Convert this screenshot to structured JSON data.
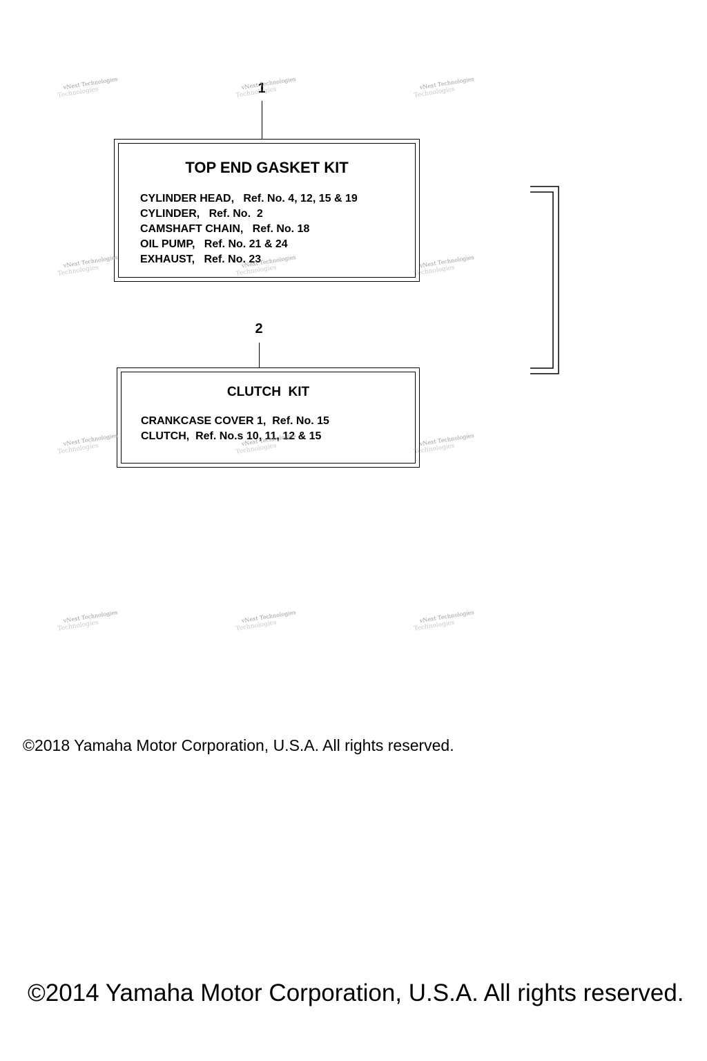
{
  "callouts": {
    "kit1": "1",
    "kit2": "2"
  },
  "top_end_kit": {
    "title": "TOP END GASKET KIT",
    "lines": [
      "CYLINDER HEAD,   Ref. No. 4, 12, 15 & 19",
      "CYLINDER,   Ref. No.  2",
      "CAMSHAFT CHAIN,   Ref. No. 18",
      "OIL PUMP,   Ref. No. 21 & 24",
      "EXHAUST,   Ref. No. 23"
    ]
  },
  "clutch_kit": {
    "title": "CLUTCH  KIT",
    "lines": [
      "CRANKCASE COVER 1,  Ref. No. 15",
      "CLUTCH,  Ref. No.s 10, 11, 12 & 15"
    ]
  },
  "watermark": {
    "line1": "vNext Technologies",
    "line2": "Technologies"
  },
  "copyright_2018": "©2018 Yamaha Motor Corporation, U.S.A. All rights reserved.",
  "copyright_2014": "©2014 Yamaha Motor Corporation, U.S.A. All rights reserved."
}
